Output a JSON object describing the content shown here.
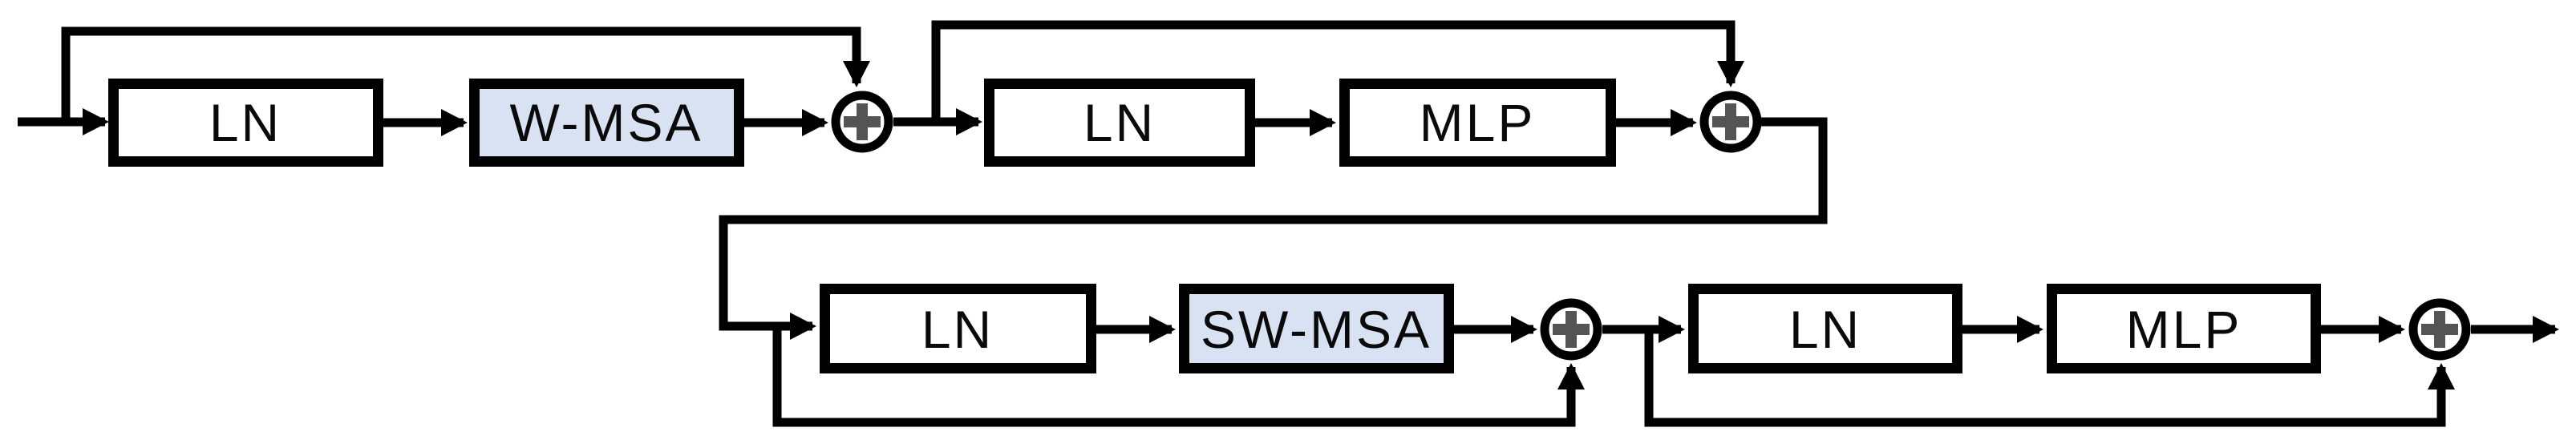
{
  "diagram": {
    "blocks": [
      {
        "label": "LN"
      },
      {
        "label": "W-MSA"
      },
      {
        "label": "LN"
      },
      {
        "label": "MLP"
      },
      {
        "label": "LN"
      },
      {
        "label": "SW-MSA"
      },
      {
        "label": "LN"
      },
      {
        "label": "MLP"
      }
    ],
    "add_operator_symbol": "+",
    "add_operator_count": 4,
    "colors": {
      "line": "#000000",
      "box_fill": "#ffffff",
      "attention_fill": "#d9e2f3",
      "plus_cross": "#545454",
      "background": "#ffffff"
    }
  }
}
